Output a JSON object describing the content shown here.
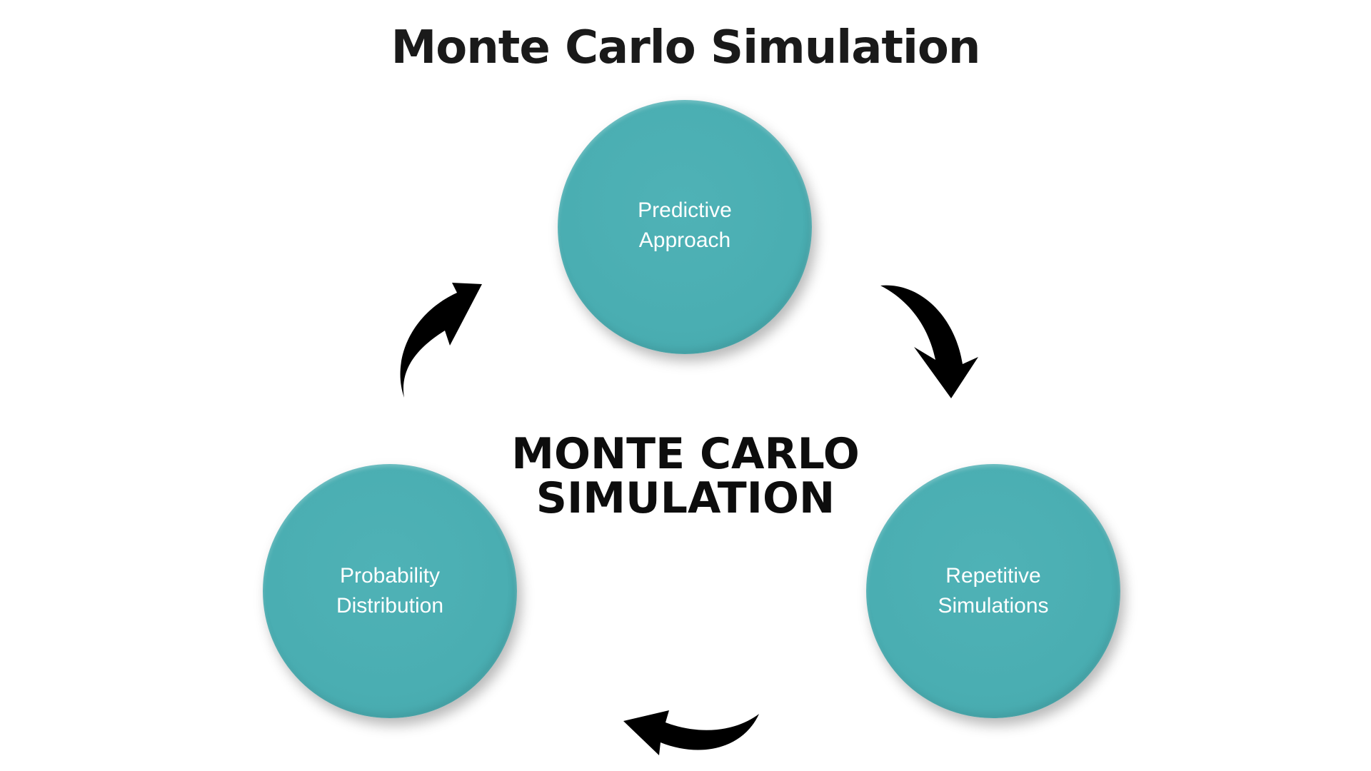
{
  "title": "Monte Carlo Simulation",
  "center": {
    "line1": "MONTE CARLO",
    "line2": "SIMULATION"
  },
  "nodes": [
    {
      "id": "top",
      "line1": "Predictive",
      "line2": "Approach"
    },
    {
      "id": "right",
      "line1": "Repetitive",
      "line2": "Simulations"
    },
    {
      "id": "left",
      "line1": "Probability",
      "line2": "Distribution"
    }
  ],
  "colors": {
    "node_fill": "#4aaeb2",
    "node_text": "#ffffff",
    "title_text": "#1a1a1a",
    "arrow": "#000000"
  },
  "icons": [
    "curved-arrow-icon"
  ]
}
